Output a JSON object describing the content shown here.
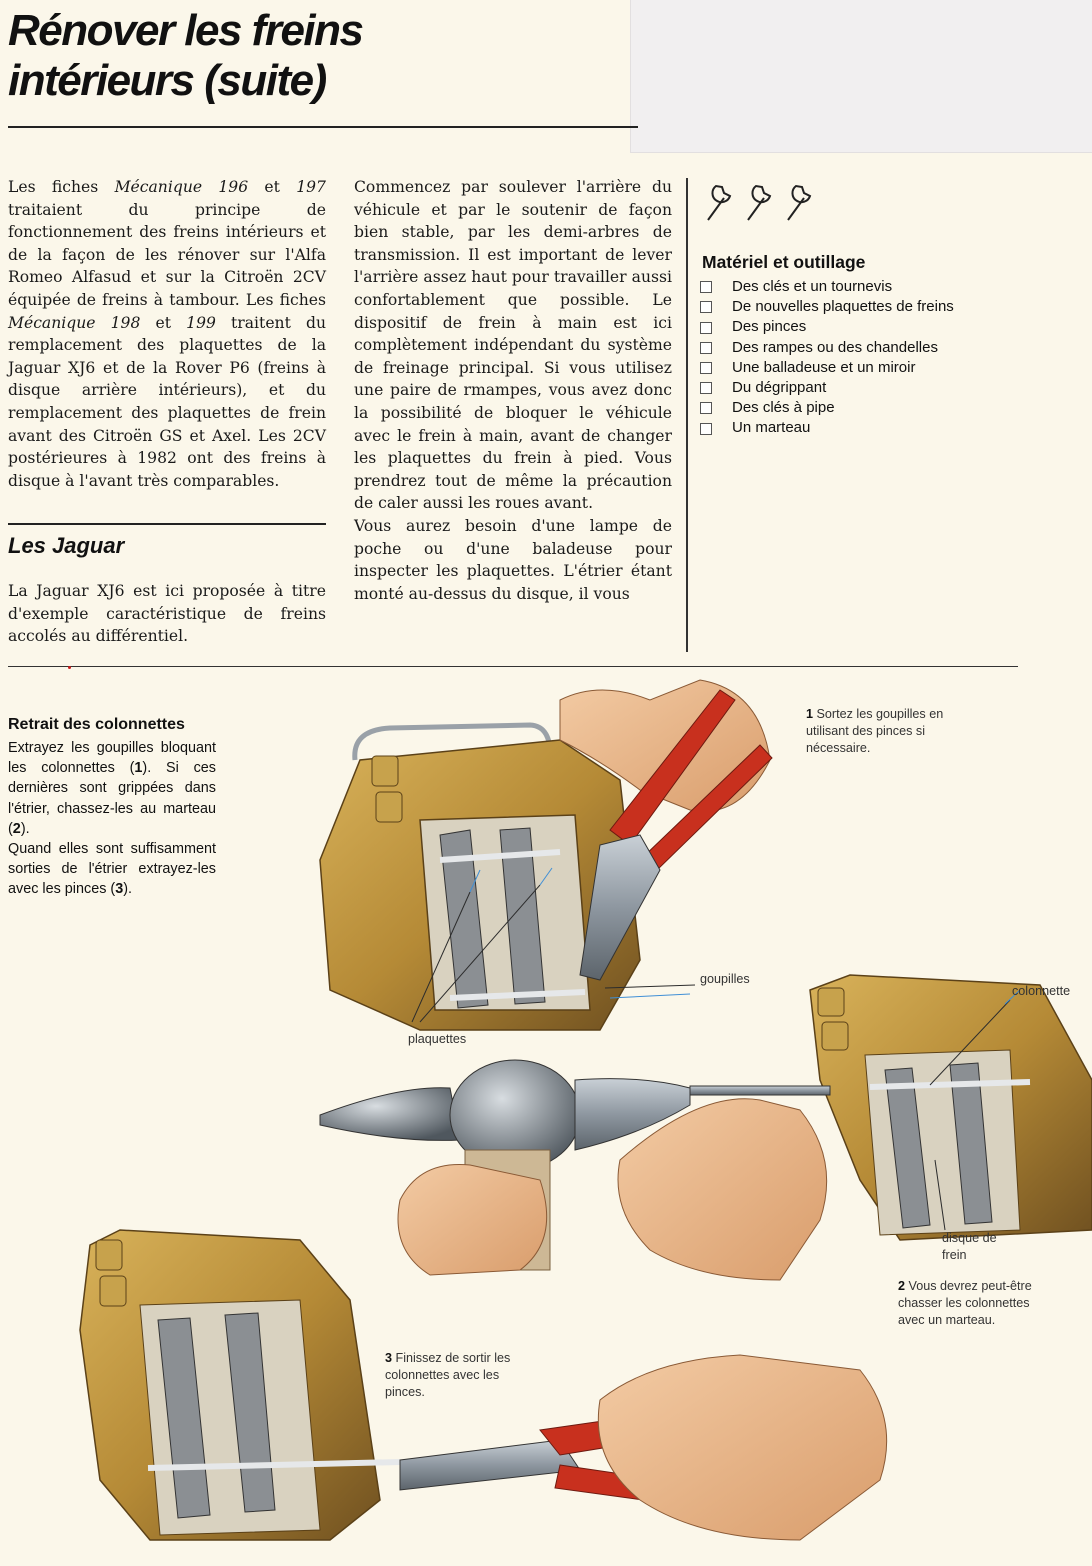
{
  "header": {
    "title_line1": "Rénover les freins",
    "title_line2": "intérieurs (suite)"
  },
  "intro": {
    "p1_a": "Les fiches ",
    "p1_ref1": "Mécanique 196",
    "p1_b": " et ",
    "p1_ref2": "197",
    "p1_c": " traitaient du principe de fonctionnement des freins intérieurs et de la façon de les rénover sur l'Alfa Romeo Alfasud et sur la Citroën 2CV équipée de freins à tambour. Les fiches ",
    "p1_ref3": "Mécanique 198",
    "p1_d": " et ",
    "p1_ref4": "199",
    "p1_e": " traitent du remplacement des plaquettes de la Jaguar XJ6 et de la Rover P6 (freins à disque arrière intérieurs), et du remplacement des plaquettes de frein avant des Citroën GS et Axel. Les 2CV postérieures à 1982 ont des freins à disque à l'avant très comparables."
  },
  "jaguar": {
    "heading": "Les Jaguar",
    "text": "La Jaguar XJ6 est ici proposée à titre d'exemple caractéristique de freins accolés au différentiel."
  },
  "column2": {
    "p1": "Commencez par soulever l'arrière du véhicule et par le soutenir de façon bien stable, par les demi-arbres de transmission. Il est important de lever l'arrière assez haut pour travailler aussi confortablement que possible. Le dispositif de frein à main est ici complètement indépendant du système de freinage principal. Si vous utilisez une paire de rmampes, vous avez donc la possibilité de bloquer le véhicule avec le frein à main, avant de changer les plaquettes du frein à pied. Vous prendrez tout de même la précaution de caler aussi les roues avant.",
    "p2": "Vous aurez besoin d'une lampe de poche ou d'une baladeuse pour inspecter les plaquettes. L'étrier étant monté au-dessus du disque, il vous"
  },
  "materiel": {
    "heading": "Matériel et outillage",
    "items": [
      "Des clés et un tournevis",
      "De nouvelles plaquettes de freins",
      "Des pinces",
      "Des rampes ou des chandelles",
      "Une balladeuse et un miroir",
      "Du dégrippant",
      "Des clés à pipe",
      "Un marteau"
    ]
  },
  "retrait": {
    "heading": "Retrait des colonnettes",
    "p1_a": "Extrayez les goupilles bloquant les colonnettes (",
    "p1_n1": "1",
    "p1_b": "). Si ces dernières sont grippées dans l'étrier, chassez-les au marteau (",
    "p1_n2": "2",
    "p1_c": ").",
    "p2_a": "Quand elles sont suffisamment sorties de l'étrier extrayez-les avec les pinces (",
    "p2_n": "3",
    "p2_b": ")."
  },
  "captions": {
    "c1_num": "1",
    "c1_text": " Sortez les goupilles en utilisant des pinces si nécessaire.",
    "c2_num": "2",
    "c2_text": " Vous devrez peut-être chasser les colonnettes avec un marteau.",
    "c3_num": "3",
    "c3_text": " Finissez de sortir les colonnettes avec les pinces."
  },
  "labels": {
    "goupilles": "goupilles",
    "plaquettes": "plaquettes",
    "colonnette": "colonnette",
    "disque_line1": "disque de",
    "disque_line2": "frein"
  },
  "colors": {
    "caliper": "#b8913c",
    "caliper_dark": "#7a5a1e",
    "handle_red": "#c8301e",
    "skin": "#e8b48a",
    "steel": "#8e97a0",
    "pointer_blue": "#3f8fd6"
  }
}
